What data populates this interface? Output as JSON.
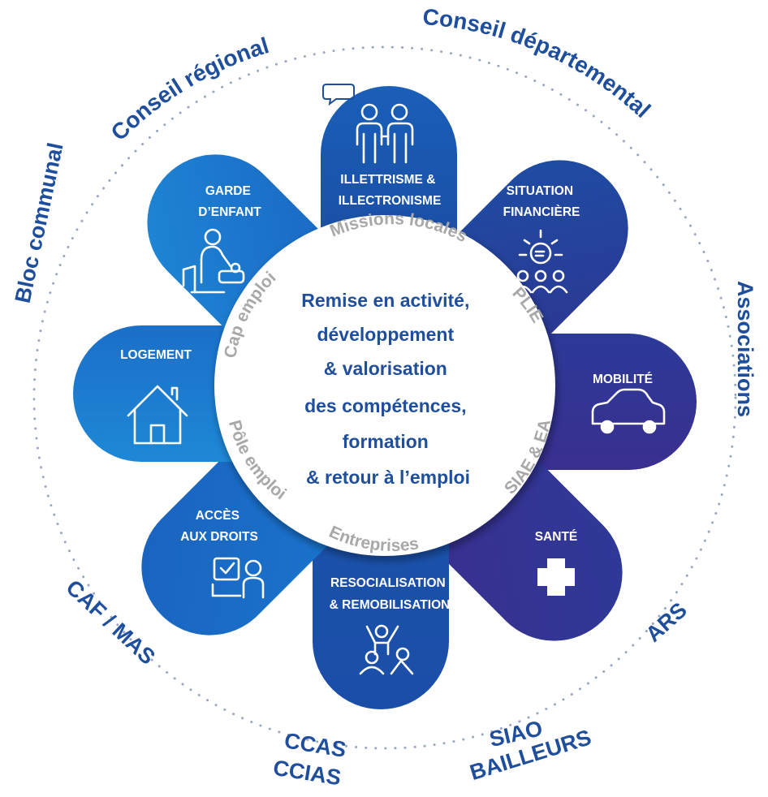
{
  "outer_ring": {
    "conseil_regional": "Conseil régional",
    "conseil_departemental": "Conseil départemental",
    "associations": "Associations",
    "ars": "ARS",
    "siao": "SIAO",
    "bailleurs": "BAILLEURS",
    "ccas": "CCAS",
    "ccias": "CCIAS",
    "caf_mas": "CAF / MAS",
    "bloc_communal": "Bloc communal"
  },
  "petals": {
    "illettrisme": [
      "ILLETTRISME &",
      "ILLECTRONISME"
    ],
    "situation": [
      "SITUATION",
      "FINANCIÈRE"
    ],
    "mobilite": [
      "MOBILITÉ"
    ],
    "sante": [
      "SANTÉ"
    ],
    "resocialisation": [
      "RESOCIALISATION",
      "& REMOBILISATION"
    ],
    "acces": [
      "ACCÈS",
      "AUX DROITS"
    ],
    "logement": [
      "LOGEMENT"
    ],
    "garde": [
      "GARDE",
      "D’ENFANT"
    ]
  },
  "partners": {
    "missions_locales": "Missions locales",
    "plie": "PLIE",
    "siae_ea": "SIAE & EA",
    "entreprises": "Entreprises",
    "pole_emploi": "Pôle emploi",
    "cap_emploi": "Cap emploi"
  },
  "center": {
    "lines": [
      "Remise en activité,",
      "développement",
      "& valorisation",
      "des compétences,",
      "formation",
      "& retour à l’emploi"
    ]
  },
  "colors": {
    "primary": "#1f4f9c",
    "light_blue": "#1e88d6",
    "mid_blue": "#1a56b0",
    "dark_blue": "#3a2f8f",
    "grey_text": "#a8a8a8"
  }
}
